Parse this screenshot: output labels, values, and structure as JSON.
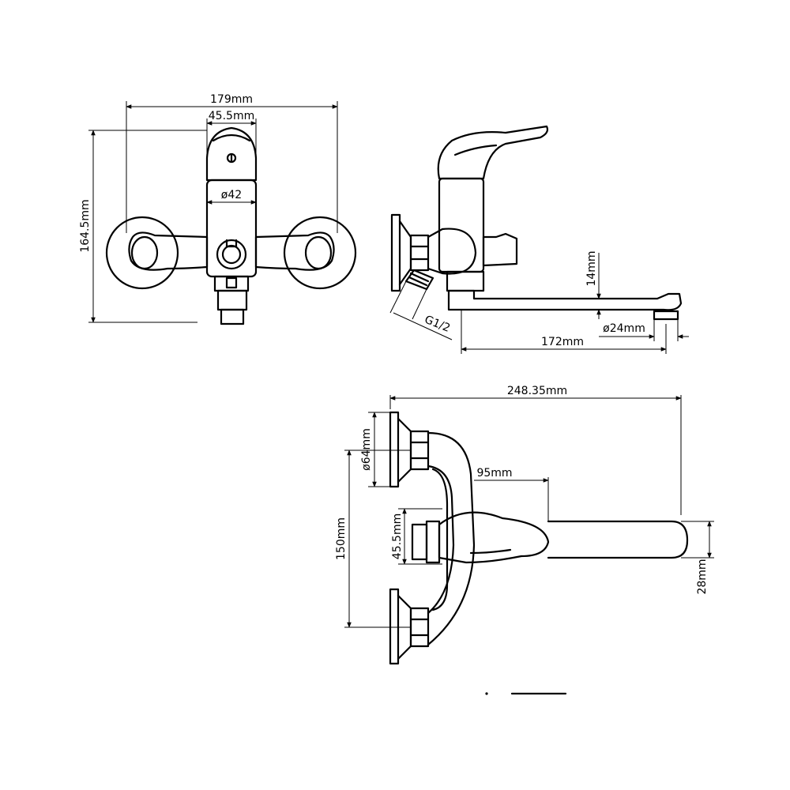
{
  "dimensions": {
    "front_width": "179mm",
    "front_inlet": "45.5mm",
    "front_body_dia": "ø42",
    "front_height": "164.5mm",
    "side_spout_height": "14mm",
    "side_thread": "G1/2",
    "side_outlet_dia": "ø24mm",
    "side_spout_length": "172mm",
    "top_total_length": "248.35mm",
    "top_flange_dia": "ø64mm",
    "top_handle_offset": "95mm",
    "top_center_distance": "150mm",
    "top_inlet": "45.5mm",
    "top_spout_width": "28mm"
  }
}
